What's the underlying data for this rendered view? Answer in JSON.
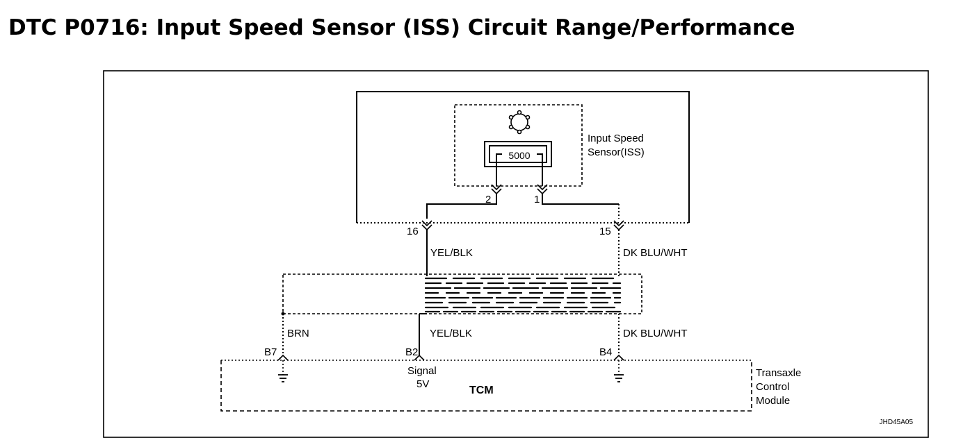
{
  "title": "DTC P0716: Input Speed Sensor (ISS) Circuit Range/Performance",
  "sensor": {
    "label_line1": "Input Speed",
    "label_line2": "Sensor(ISS)",
    "reading": "5000",
    "pins": [
      "2",
      "1"
    ]
  },
  "harness_connector": {
    "pins": [
      "16",
      "15"
    ]
  },
  "wires": {
    "upper_left": "YEL/BLK",
    "upper_right": "DK BLU/WHT",
    "lower_ground": "BRN",
    "lower_signal": "YEL/BLK",
    "lower_right": "DK BLU/WHT"
  },
  "tcm": {
    "pins": [
      "B7",
      "B2",
      "B4"
    ],
    "signal_line1": "Signal",
    "signal_line2": "5V",
    "name": "TCM",
    "module_line1": "Transaxle",
    "module_line2": "Control",
    "module_line3": "Module"
  },
  "figure_id": "JHD45A05",
  "colors": {
    "line": "#000000",
    "background": "#ffffff"
  }
}
